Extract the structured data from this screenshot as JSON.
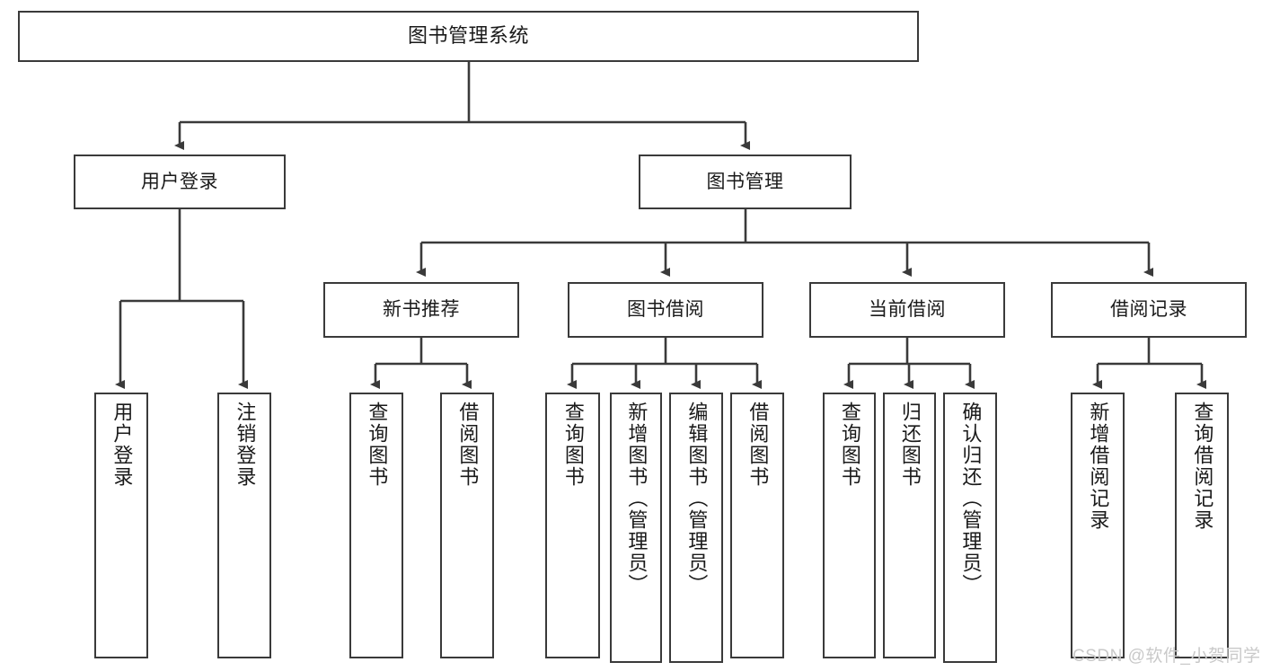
{
  "diagram": {
    "title": "图书管理系统",
    "watermark": "CSDN @软件_小贺同学",
    "colors": {
      "box_border": "#3a3a3a",
      "box_fill": "#ffffff",
      "connector": "#3a3a3a",
      "text": "#1a1a1a",
      "watermark": "#c9c9c9",
      "background": "#ffffff"
    },
    "nodes": {
      "root": "图书管理系统",
      "level2": [
        "用户登录",
        "图书管理"
      ],
      "level3": [
        "新书推荐",
        "图书借阅",
        "当前借阅",
        "借阅记录"
      ],
      "leaves_user_login": [
        "用户登录",
        "注销登录"
      ],
      "leaves_new_book": [
        "查询图书",
        "借阅图书"
      ],
      "leaves_borrow": [
        "查询图书",
        "新增图书（管理员）",
        "编辑图书（管理员）",
        "借阅图书"
      ],
      "leaves_current": [
        "查询图书",
        "归还图书",
        "确认归还（管理员）"
      ],
      "leaves_record": [
        "新增借阅记录",
        "查询借阅记录"
      ]
    }
  }
}
